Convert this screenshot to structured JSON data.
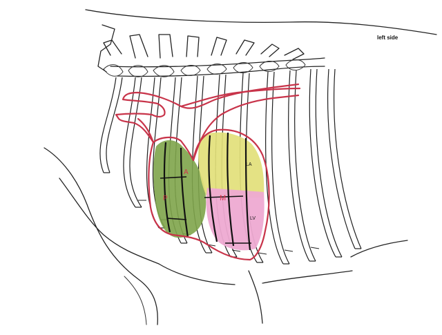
{
  "view_label": "left side",
  "regions": {
    "pulmonic": {
      "letter": "P",
      "color": "#d4344a"
    },
    "aortic": {
      "letter": "A",
      "color": "#d4344a"
    },
    "mitral": {
      "letter": "M",
      "color": "#d4344a"
    },
    "left_atrium": {
      "letter": "LA",
      "color": "#111111"
    },
    "left_ventricle": {
      "letter": "LV",
      "color": "#111111"
    }
  },
  "colors": {
    "green_zone": "#7ea44a",
    "yellow_zone": "#e2e07a",
    "pink_zone": "#eeaad2",
    "vessel_outline": "#c8344a",
    "line_art": "#222222"
  }
}
